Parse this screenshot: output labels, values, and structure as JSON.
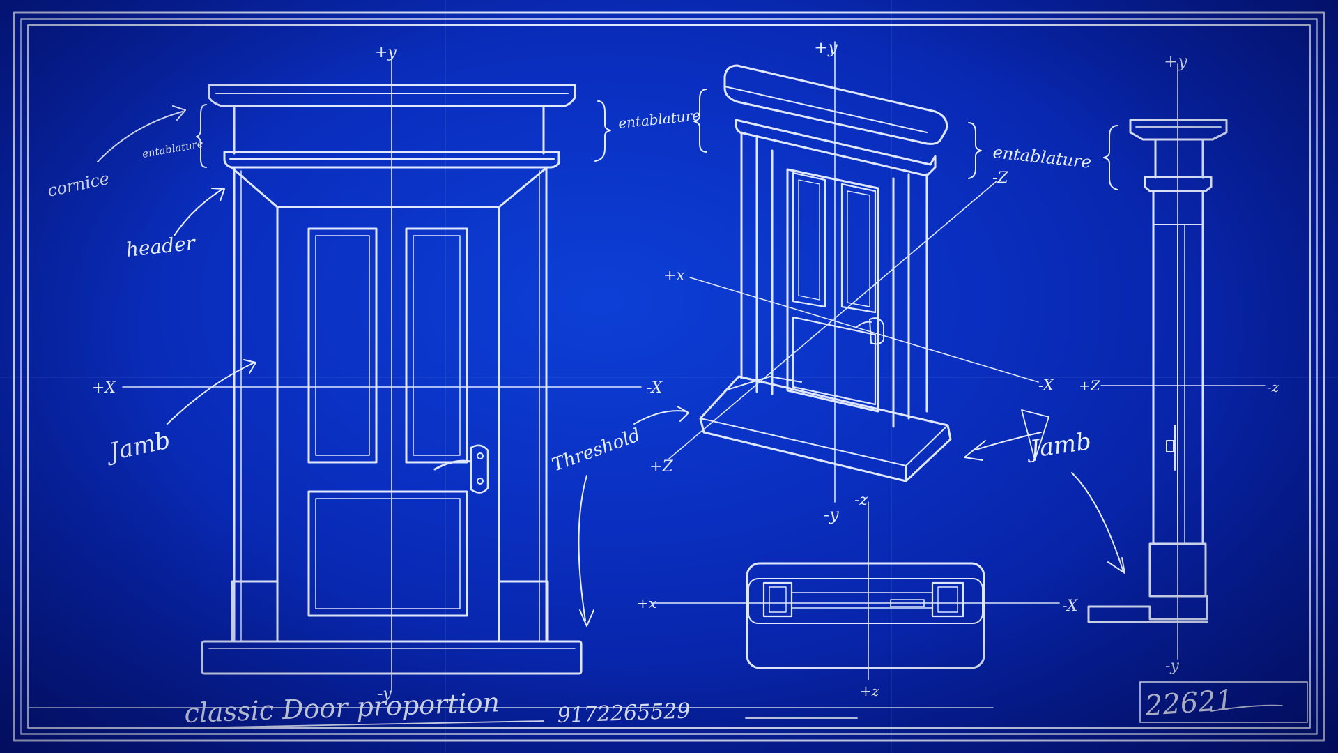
{
  "colors": {
    "paper": "#0a2fc0",
    "paper_dark": "#041680",
    "line": "#dfe8ff"
  },
  "annotations": {
    "cornice": "cornice",
    "entablature_small": "entablature",
    "header": "header",
    "jamb": "Jamb",
    "entablature_front": "entablature",
    "entablature_iso": "entablature",
    "threshold": "Threshold",
    "jamb_side": "Jamb"
  },
  "axes": {
    "front": {
      "plus_y": "+y",
      "minus_y": "-y",
      "plus_x": "+X",
      "minus_x": "-X"
    },
    "iso": {
      "plus_y": "+y",
      "minus_y": "-y",
      "plus_x": "+x",
      "minus_x": "-X",
      "plus_z": "+Z",
      "minus_z": "-Z"
    },
    "plan": {
      "minus_z": "-z",
      "plus_z": "+z",
      "plus_x": "+x",
      "minus_x": "-X"
    },
    "side": {
      "plus_y": "+y",
      "minus_y": "-y",
      "plus_z": "+Z",
      "minus_z": "-z"
    }
  },
  "title_block": {
    "title": "classic Door proportion",
    "number": "9172265529",
    "sheet": "22621"
  }
}
